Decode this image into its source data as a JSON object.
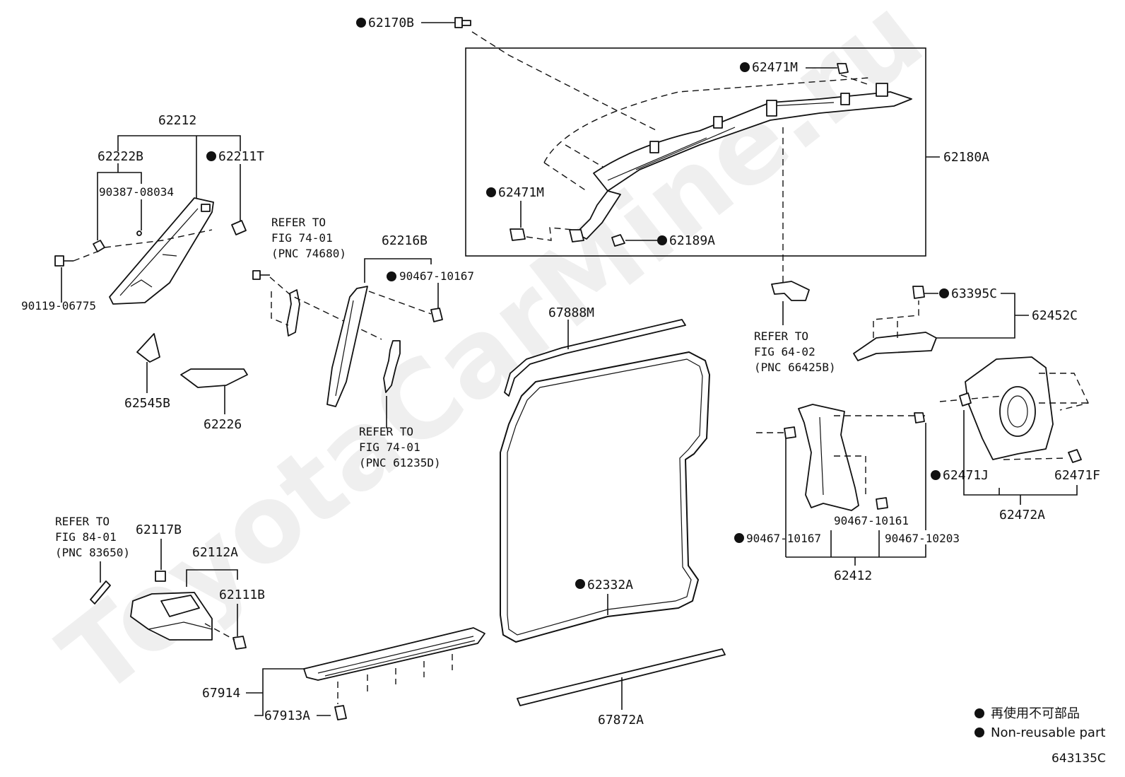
{
  "watermark": "ToyotaCarMine.ru",
  "drawing_number": "643135C",
  "legend": {
    "jp": "再使用不可部品",
    "en": "Non-reusable part"
  },
  "parts": {
    "p62170B": "62170B",
    "p62471M_top": "62471M",
    "p62180A": "62180A",
    "p62471M_left": "62471M",
    "p62189A": "62189A",
    "p62212": "62212",
    "p62222B": "62222B",
    "p62211T": "62211T",
    "p90387": "90387-08034",
    "p90119": "90119-06775",
    "p62216B": "62216B",
    "p90467_10167_a": "90467-10167",
    "p62545B": "62545B",
    "p62226": "62226",
    "p67888M": "67888M",
    "p63395C": "63395C",
    "p62452C": "62452C",
    "p62471J": "62471J",
    "p62471F": "62471F",
    "p62472A": "62472A",
    "p90467_10167_b": "90467-10167",
    "p90467_10161": "90467-10161",
    "p90467_10203": "90467-10203",
    "p62412": "62412",
    "p62117B": "62117B",
    "p62112A": "62112A",
    "p62111B": "62111B",
    "p62332A": "62332A",
    "p67914": "67914",
    "p67913A": "67913A",
    "p67872A": "67872A"
  },
  "refers": {
    "r1": [
      "REFER TO",
      "FIG 74-01",
      "(PNC 74680)"
    ],
    "r2": [
      "REFER TO",
      "FIG 74-01",
      "(PNC 61235D)"
    ],
    "r3": [
      "REFER TO",
      "FIG 64-02",
      "(PNC 66425B)"
    ],
    "r4": [
      "REFER TO",
      "FIG 84-01",
      "(PNC 83650)"
    ]
  }
}
